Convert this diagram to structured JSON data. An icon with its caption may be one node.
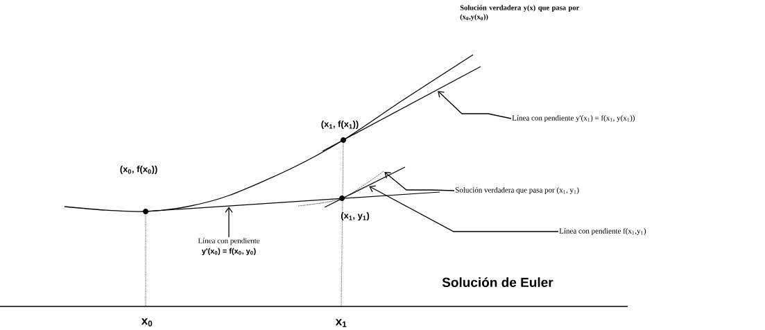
{
  "diagram": {
    "nodes": [
      {
        "text": [
          "Línea con pendiente y'(x$_{1}$) = f(x$_{1}$, y(x$_{1}$))"
        ]
      },
      {
        "text": [
          "Solución verdadera que pasa por (x$_{1}$, y$_{1}$)"
        ]
      },
      {
        "text": [
          "Línea con pendiente f(x$_{1}$,y$_{1}$)"
        ]
      },
      {
        "text": [
          "Línea con pendiente",
          "y'(x$_{0}$) = f(x$_{0}$, y$_{0}$)"
        ]
      },
      {
        "text": [],
        "shape": "line"
      },
      {
        "text": [],
        "shape": "line"
      },
      {
        "text": [],
        "shape": "line"
      },
      {
        "text": [],
        "shape": "line"
      }
    ],
    "edges": [
      {
        "from": 0,
        "to": 4,
        "arrow": "to"
      },
      {
        "from": 1,
        "to": 5,
        "arrow": "to"
      },
      {
        "from": 2,
        "to": 6,
        "arrow": "to"
      },
      {
        "from": 3,
        "to": 7,
        "arrow": "to"
      }
    ],
    "labels": [
      "Solución verdadera y(x) que pasa por (x$_{0}$,y(x$_{0}$))",
      "(x$_{1}$, f(x$_{1}$))",
      "(x$_{0}$, f(x$_{0}$))",
      "(x$_{1}$, y$_{1}$)",
      "Solución de Euler",
      "x$_{0}$",
      "x$_{1}$"
    ]
  }
}
